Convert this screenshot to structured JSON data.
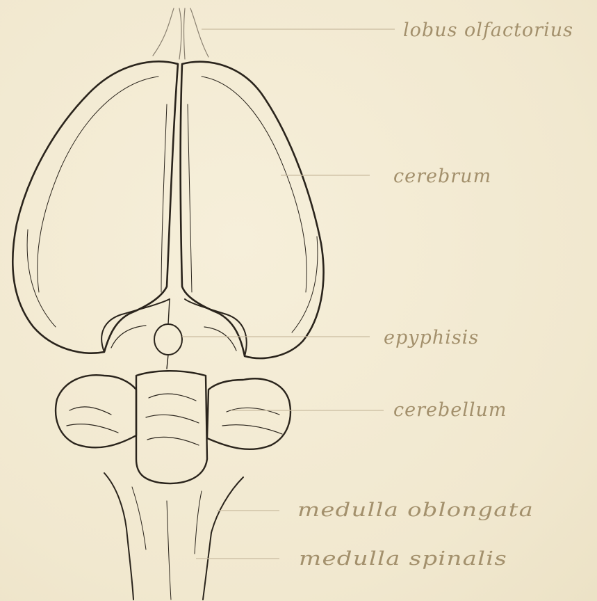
{
  "labels": {
    "lobus_olfactorius": "lobus olfactorius",
    "cerebrum": "cerebrum",
    "epiphysis": "epyphisis",
    "cerebellum": "cerebellum",
    "medulla_oblongata": "medulla oblongata",
    "medulla_spinalis": "medulla spinalis"
  },
  "colors": {
    "paper": "#f3ecd6",
    "ink": "#2a241c",
    "pencil": "#a3906c"
  }
}
